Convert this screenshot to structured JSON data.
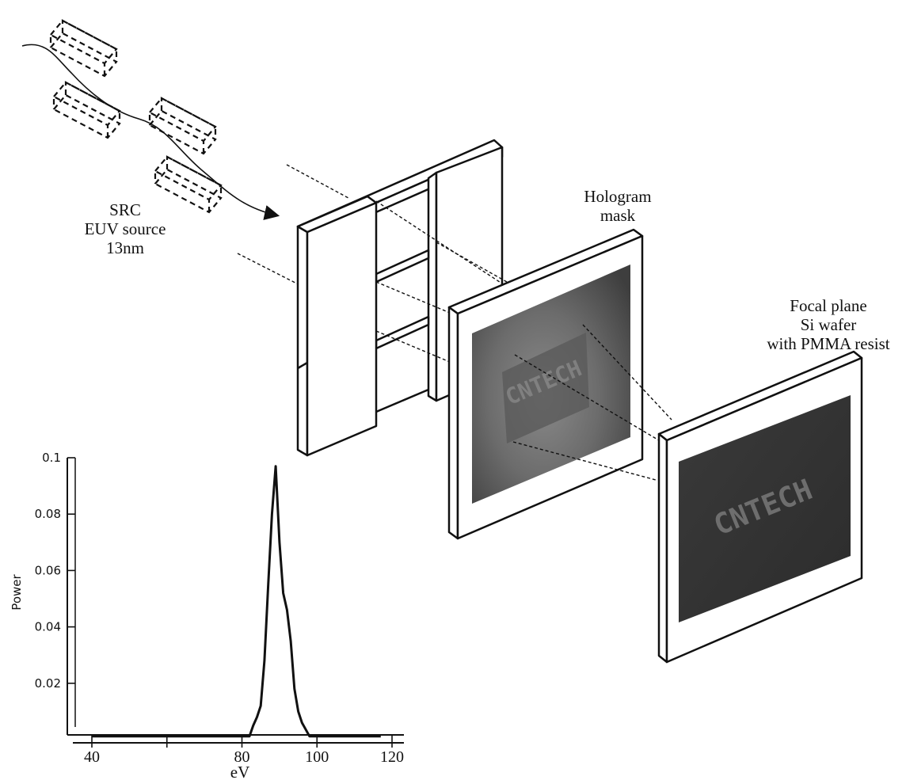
{
  "labels": {
    "source": [
      "SRC",
      "EUV source",
      "13nm"
    ],
    "mask": [
      "Hologram",
      "mask"
    ],
    "wafer": [
      "Focal plane",
      "Si wafer",
      "with PMMA resist"
    ],
    "mask_pattern_text": "CNTECH",
    "wafer_pattern_text": "CNTECH"
  },
  "chart_data": {
    "type": "line",
    "xlabel": "eV",
    "ylabel": "Power",
    "xlim": [
      30,
      122
    ],
    "ylim": [
      0,
      0.1
    ],
    "x_ticks": [
      40,
      60,
      80,
      100,
      120
    ],
    "x_tick_labels": [
      "40",
      "80",
      "100",
      "120"
    ],
    "y_ticks": [
      0.02,
      0.04,
      0.06,
      0.08,
      0.1
    ],
    "y_tick_labels": [
      "0.02",
      "0.04",
      "0.06",
      "0.08",
      "0.1"
    ],
    "series": [
      {
        "x": [
          40,
          82,
          83,
          84,
          85,
          86,
          87,
          88,
          89,
          90,
          91,
          92,
          93,
          94,
          95,
          96,
          98,
          117
        ],
        "y": [
          0.0012,
          0.0012,
          0.005,
          0.008,
          0.012,
          0.028,
          0.055,
          0.08,
          0.097,
          0.07,
          0.052,
          0.046,
          0.035,
          0.018,
          0.01,
          0.006,
          0.0012,
          0.0012
        ]
      }
    ]
  }
}
